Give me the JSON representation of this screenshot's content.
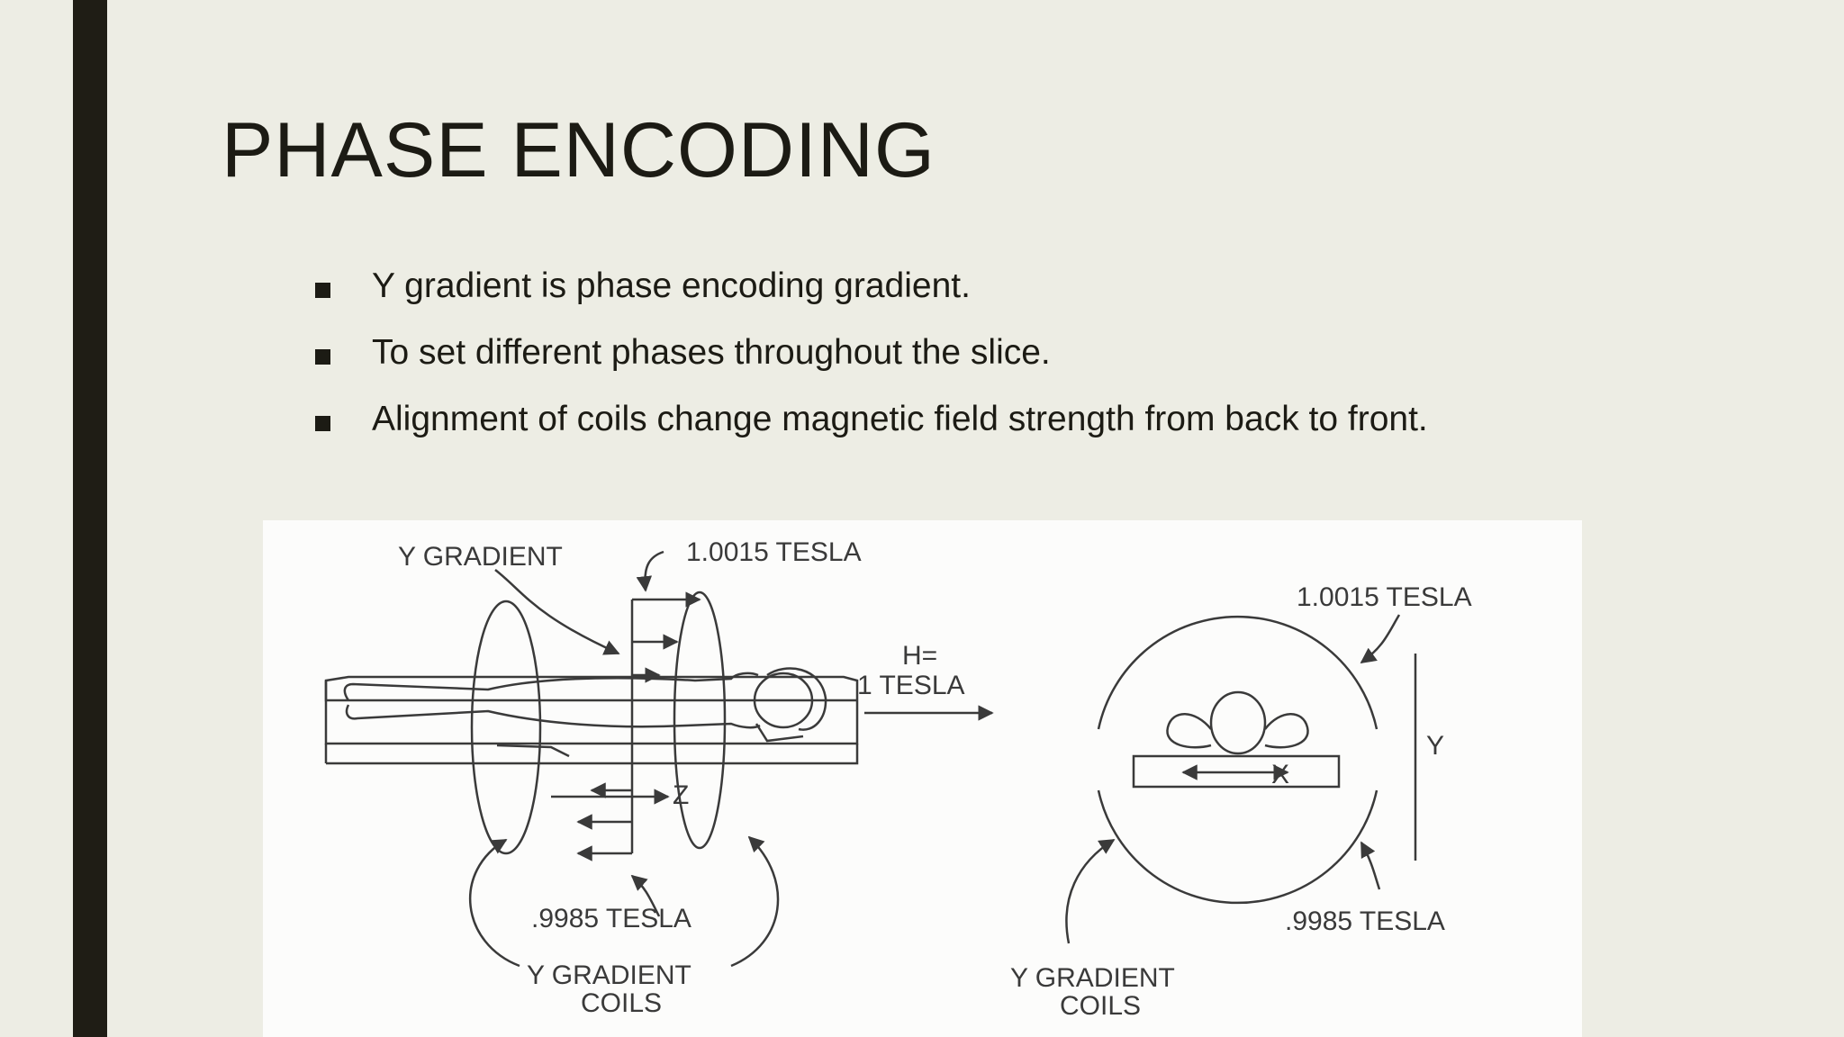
{
  "slide": {
    "title": "PHASE ENCODING",
    "bullets": [
      "Y gradient is phase encoding gradient.",
      "To set different phases throughout the slice.",
      "Alignment of coils change magnetic field strength from back to front."
    ]
  },
  "figure": {
    "left": {
      "y_gradient": "Y GRADIENT",
      "top_field": "1.0015 TESLA",
      "bottom_field": ".9985 TESLA",
      "z_axis": "Z",
      "coils_line1": "Y GRADIENT",
      "coils_line2": "COILS"
    },
    "middle": {
      "h_line1": "H=",
      "h_line2": "1 TESLA"
    },
    "right": {
      "top_field": "1.0015 TESLA",
      "bottom_field": ".9985 TESLA",
      "x_axis": "X",
      "y_axis": "Y",
      "coils_line1": "Y GRADIENT",
      "coils_line2": "COILS"
    }
  },
  "colors": {
    "background": "#edede4",
    "side_bar": "#1f1d15",
    "text": "#1c1b14",
    "figure_background": "#fcfcfb",
    "figure_ink": "#3a3a3a"
  }
}
